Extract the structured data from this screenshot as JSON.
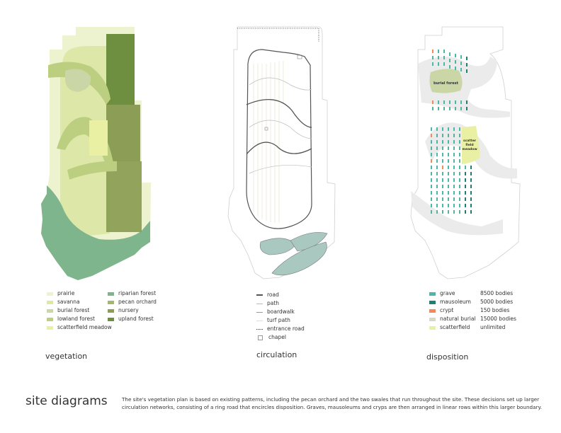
{
  "vegetation": {
    "caption": "vegetation",
    "legend_left": [
      {
        "label": "prairie",
        "color": "#eef3cf"
      },
      {
        "label": "savanna",
        "color": "#dde8a8"
      },
      {
        "label": "burial forest",
        "color": "#cbd6a6"
      },
      {
        "label": "lowland forest",
        "color": "#bccf80"
      },
      {
        "label": "scatterfield meadow",
        "color": "#e9f0a3"
      }
    ],
    "legend_right": [
      {
        "label": "riparian forest",
        "color": "#7fb58c"
      },
      {
        "label": "pecan orchard",
        "color": "#a4b66f"
      },
      {
        "label": "nursery",
        "color": "#8c9e55"
      },
      {
        "label": "upland forest",
        "color": "#6f8f40"
      }
    ]
  },
  "circulation": {
    "caption": "circulation",
    "legend": [
      {
        "label": "road",
        "style": "road"
      },
      {
        "label": "path",
        "style": "path"
      },
      {
        "label": "boardwalk",
        "style": "boardwalk"
      },
      {
        "label": "turf path",
        "style": "turf"
      },
      {
        "label": "entrance road",
        "style": "entrance"
      },
      {
        "label": "chapel",
        "style": "chapel"
      }
    ]
  },
  "disposition": {
    "caption": "disposition",
    "legend": [
      {
        "label": "grave",
        "count": "8500 bodies",
        "color": "#4fb6a6"
      },
      {
        "label": "mausoleum",
        "count": "5000 bodies",
        "color": "#1f7f73"
      },
      {
        "label": "crypt",
        "count": "150 bodies",
        "color": "#ef8a5c"
      },
      {
        "label": "natural burial",
        "count": "15000 bodies",
        "color": "#d6d8c8"
      },
      {
        "label": "scatterfield",
        "count": "unlimited",
        "color": "#e9f0a3"
      }
    ],
    "map_labels": {
      "burial_forest": "burial forest",
      "scatter": "scatter field meadow"
    }
  },
  "footer": {
    "title": "site diagrams",
    "description": "The site's vegetation plan is based on existing patterns, including the pecan orchard and the two swales that run throughout the site. These decisions set up larger circulation networks, consisting of a ring road that encircles disposition. Graves, mausoleums and cryps are then arranged in linear rows within this larger boundary."
  }
}
